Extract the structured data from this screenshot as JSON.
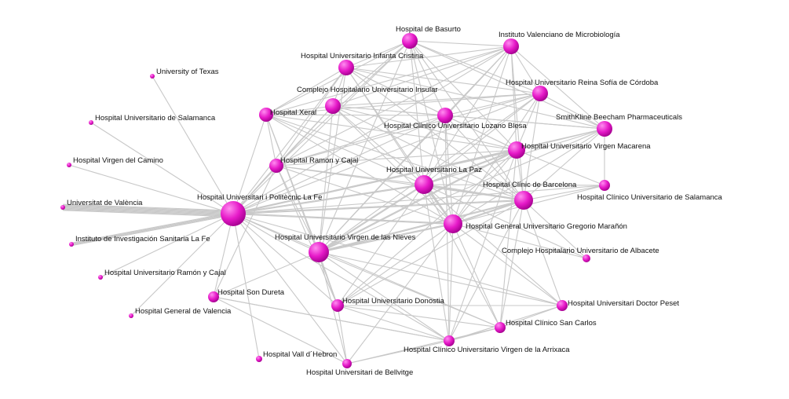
{
  "graph": {
    "node_color": "#e619c8",
    "node_highlight": "#ff8cf0",
    "node_shadow": "#a0008c",
    "edge_color": "#c8c8c8",
    "nodes": [
      {
        "id": "fe",
        "label": "Hospital Universitari i Politècnic La Fe",
        "weight": 5
      },
      {
        "id": "laPaz",
        "label": "Hospital Universitario La Paz",
        "weight": 4
      },
      {
        "id": "maranon",
        "label": "Hospital General Universitario Gregorio Marañón",
        "weight": 4
      },
      {
        "id": "nieves",
        "label": "Hospital Universitario Virgen de las Nieves",
        "weight": 4
      },
      {
        "id": "clinic",
        "label": "Hospital Clínic de Barcelona",
        "weight": 4
      },
      {
        "id": "macarena",
        "label": "Hospital Universitario Virgen Macarena",
        "weight": 3
      },
      {
        "id": "lozano",
        "label": "Hospital Clínico Universitario Lozano Blesa",
        "weight": 3
      },
      {
        "id": "basurto",
        "label": "Hospital de Basurto",
        "weight": 3
      },
      {
        "id": "microbio",
        "label": "Instituto Valenciano de Microbiología",
        "weight": 3
      },
      {
        "id": "infanta",
        "label": "Hospital Universitario Infanta Cristina",
        "weight": 3
      },
      {
        "id": "reina",
        "label": "Hospital Universitario Reina Sofía de Córdoba",
        "weight": 3
      },
      {
        "id": "insular",
        "label": "Complejo Hospitalario Universitario Insular",
        "weight": 3
      },
      {
        "id": "smith",
        "label": "SmithKline Beecham Pharmaceuticals",
        "weight": 3
      },
      {
        "id": "xeral",
        "label": "Hospital Xeral",
        "weight": 3
      },
      {
        "id": "ryc",
        "label": "Hospital Ramon y Cajal",
        "weight": 3
      },
      {
        "id": "salClinico",
        "label": "Hospital Clínico Universitario de Salamanca",
        "weight": 2
      },
      {
        "id": "albacete",
        "label": "Complejo Hospitalario Universitario de Albacete",
        "weight": 2
      },
      {
        "id": "donostia",
        "label": "Hospital Universitario Donostia",
        "weight": 2
      },
      {
        "id": "peset",
        "label": "Hospital Universitari Doctor Peset",
        "weight": 2
      },
      {
        "id": "sanCarlos",
        "label": "Hospital Clínico San Carlos",
        "weight": 2
      },
      {
        "id": "arrixaca",
        "label": "Hospital Clínico Universitario Virgen de la Arrixaca",
        "weight": 2
      },
      {
        "id": "sonDureta",
        "label": "Hospital Son Dureta",
        "weight": 2
      },
      {
        "id": "vallHebron",
        "label": "Hospital Vall d´Hebron",
        "weight": 1
      },
      {
        "id": "bellvitge",
        "label": "Hospital Universitari de Bellvitge",
        "weight": 2
      },
      {
        "id": "texas",
        "label": "University of Texas",
        "weight": 1
      },
      {
        "id": "salamanca",
        "label": "Hospital Universitario de Salamanca",
        "weight": 1
      },
      {
        "id": "camino",
        "label": "Hospital Virgen del Camino",
        "weight": 1
      },
      {
        "id": "valencia",
        "label": "Universitat de València",
        "weight": 1
      },
      {
        "id": "iislafe",
        "label": "Instituto de Investigación Sanitaria La Fe",
        "weight": 1
      },
      {
        "id": "hurc",
        "label": "Hospital Universitario Ramón y Cajal",
        "weight": 1
      },
      {
        "id": "hgv",
        "label": "Hospital General de Valencia",
        "weight": 1
      }
    ],
    "edges": [
      [
        "fe",
        "texas"
      ],
      [
        "fe",
        "salamanca"
      ],
      [
        "fe",
        "camino"
      ],
      [
        "fe",
        "valencia",
        8
      ],
      [
        "fe",
        "iislafe",
        4
      ],
      [
        "fe",
        "hurc"
      ],
      [
        "fe",
        "hgv"
      ],
      [
        "fe",
        "sonDureta"
      ],
      [
        "fe",
        "vallHebron"
      ],
      [
        "fe",
        "nieves"
      ],
      [
        "fe",
        "laPaz",
        2
      ],
      [
        "fe",
        "maranon",
        2
      ],
      [
        "fe",
        "clinic",
        2
      ],
      [
        "fe",
        "macarena",
        2
      ],
      [
        "fe",
        "lozano"
      ],
      [
        "fe",
        "basurto"
      ],
      [
        "fe",
        "microbio"
      ],
      [
        "fe",
        "infanta"
      ],
      [
        "fe",
        "reina"
      ],
      [
        "fe",
        "insular"
      ],
      [
        "fe",
        "smith"
      ],
      [
        "fe",
        "xeral"
      ],
      [
        "fe",
        "ryc"
      ],
      [
        "fe",
        "salClinico"
      ],
      [
        "fe",
        "donostia"
      ],
      [
        "fe",
        "arrixaca"
      ],
      [
        "fe",
        "sanCarlos"
      ],
      [
        "fe",
        "peset"
      ],
      [
        "fe",
        "bellvitge"
      ],
      [
        "laPaz",
        "maranon",
        2
      ],
      [
        "laPaz",
        "nieves",
        2
      ],
      [
        "laPaz",
        "clinic",
        2
      ],
      [
        "laPaz",
        "macarena",
        2
      ],
      [
        "laPaz",
        "lozano"
      ],
      [
        "laPaz",
        "basurto"
      ],
      [
        "laPaz",
        "microbio"
      ],
      [
        "laPaz",
        "infanta"
      ],
      [
        "laPaz",
        "reina"
      ],
      [
        "laPaz",
        "insular"
      ],
      [
        "laPaz",
        "smith"
      ],
      [
        "laPaz",
        "xeral"
      ],
      [
        "laPaz",
        "ryc"
      ],
      [
        "laPaz",
        "salClinico"
      ],
      [
        "laPaz",
        "albacete"
      ],
      [
        "laPaz",
        "donostia"
      ],
      [
        "laPaz",
        "peset"
      ],
      [
        "laPaz",
        "sanCarlos"
      ],
      [
        "laPaz",
        "arrixaca"
      ],
      [
        "maranon",
        "nieves",
        2
      ],
      [
        "maranon",
        "clinic",
        2
      ],
      [
        "maranon",
        "macarena"
      ],
      [
        "maranon",
        "lozano"
      ],
      [
        "maranon",
        "basurto"
      ],
      [
        "maranon",
        "microbio"
      ],
      [
        "maranon",
        "infanta"
      ],
      [
        "maranon",
        "reina"
      ],
      [
        "maranon",
        "insular"
      ],
      [
        "maranon",
        "smith"
      ],
      [
        "maranon",
        "xeral"
      ],
      [
        "maranon",
        "ryc"
      ],
      [
        "maranon",
        "salClinico"
      ],
      [
        "maranon",
        "albacete"
      ],
      [
        "maranon",
        "donostia"
      ],
      [
        "maranon",
        "peset"
      ],
      [
        "maranon",
        "sanCarlos"
      ],
      [
        "maranon",
        "arrixaca"
      ],
      [
        "maranon",
        "bellvitge"
      ],
      [
        "nieves",
        "clinic",
        2
      ],
      [
        "nieves",
        "macarena",
        2
      ],
      [
        "nieves",
        "lozano"
      ],
      [
        "nieves",
        "basurto"
      ],
      [
        "nieves",
        "microbio"
      ],
      [
        "nieves",
        "infanta"
      ],
      [
        "nieves",
        "reina"
      ],
      [
        "nieves",
        "insular"
      ],
      [
        "nieves",
        "smith"
      ],
      [
        "nieves",
        "xeral"
      ],
      [
        "nieves",
        "ryc"
      ],
      [
        "nieves",
        "donostia"
      ],
      [
        "nieves",
        "peset"
      ],
      [
        "nieves",
        "sanCarlos"
      ],
      [
        "nieves",
        "arrixaca"
      ],
      [
        "nieves",
        "sonDureta"
      ],
      [
        "nieves",
        "bellvitge"
      ],
      [
        "clinic",
        "macarena"
      ],
      [
        "clinic",
        "lozano"
      ],
      [
        "clinic",
        "basurto"
      ],
      [
        "clinic",
        "microbio"
      ],
      [
        "clinic",
        "infanta"
      ],
      [
        "clinic",
        "reina"
      ],
      [
        "clinic",
        "insular"
      ],
      [
        "clinic",
        "smith"
      ],
      [
        "clinic",
        "xeral"
      ],
      [
        "clinic",
        "ryc"
      ],
      [
        "clinic",
        "salClinico"
      ],
      [
        "clinic",
        "albacete"
      ],
      [
        "clinic",
        "donostia"
      ],
      [
        "clinic",
        "peset"
      ],
      [
        "clinic",
        "sanCarlos"
      ],
      [
        "clinic",
        "arrixaca"
      ],
      [
        "macarena",
        "lozano"
      ],
      [
        "macarena",
        "basurto"
      ],
      [
        "macarena",
        "microbio"
      ],
      [
        "macarena",
        "infanta"
      ],
      [
        "macarena",
        "reina"
      ],
      [
        "macarena",
        "insular"
      ],
      [
        "macarena",
        "smith"
      ],
      [
        "macarena",
        "xeral"
      ],
      [
        "macarena",
        "ryc"
      ],
      [
        "macarena",
        "salClinico"
      ],
      [
        "macarena",
        "donostia"
      ],
      [
        "macarena",
        "arrixaca"
      ],
      [
        "macarena",
        "sanCarlos"
      ],
      [
        "lozano",
        "basurto"
      ],
      [
        "lozano",
        "microbio"
      ],
      [
        "lozano",
        "infanta"
      ],
      [
        "lozano",
        "reina"
      ],
      [
        "lozano",
        "insular"
      ],
      [
        "lozano",
        "smith"
      ],
      [
        "lozano",
        "xeral"
      ],
      [
        "lozano",
        "ryc"
      ],
      [
        "lozano",
        "arrixaca"
      ],
      [
        "basurto",
        "microbio"
      ],
      [
        "basurto",
        "infanta"
      ],
      [
        "basurto",
        "reina"
      ],
      [
        "basurto",
        "insular"
      ],
      [
        "basurto",
        "xeral"
      ],
      [
        "basurto",
        "ryc"
      ],
      [
        "basurto",
        "smith"
      ],
      [
        "microbio",
        "infanta"
      ],
      [
        "microbio",
        "reina"
      ],
      [
        "microbio",
        "insular"
      ],
      [
        "microbio",
        "smith"
      ],
      [
        "microbio",
        "ryc"
      ],
      [
        "microbio",
        "xeral"
      ],
      [
        "infanta",
        "reina"
      ],
      [
        "infanta",
        "insular"
      ],
      [
        "infanta",
        "xeral"
      ],
      [
        "infanta",
        "ryc"
      ],
      [
        "infanta",
        "smith"
      ],
      [
        "reina",
        "insular"
      ],
      [
        "reina",
        "smith"
      ],
      [
        "reina",
        "ryc"
      ],
      [
        "reina",
        "xeral"
      ],
      [
        "insular",
        "xeral"
      ],
      [
        "insular",
        "ryc"
      ],
      [
        "insular",
        "smith"
      ],
      [
        "xeral",
        "ryc"
      ],
      [
        "xeral",
        "donostia"
      ],
      [
        "ryc",
        "donostia"
      ],
      [
        "ryc",
        "sonDureta"
      ],
      [
        "smith",
        "salClinico"
      ],
      [
        "donostia",
        "arrixaca"
      ],
      [
        "donostia",
        "sanCarlos"
      ],
      [
        "donostia",
        "peset"
      ],
      [
        "donostia",
        "bellvitge"
      ],
      [
        "arrixaca",
        "sanCarlos"
      ],
      [
        "arrixaca",
        "peset"
      ],
      [
        "arrixaca",
        "bellvitge"
      ],
      [
        "arrixaca",
        "sonDureta"
      ],
      [
        "sanCarlos",
        "peset"
      ],
      [
        "sanCarlos",
        "bellvitge"
      ],
      [
        "sonDureta",
        "bellvitge"
      ],
      [
        "sonDureta",
        "arrixaca"
      ]
    ]
  }
}
